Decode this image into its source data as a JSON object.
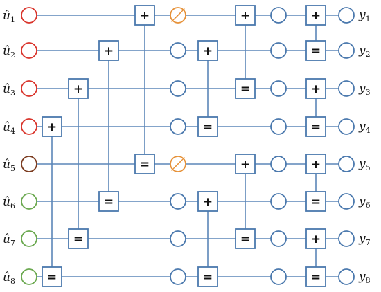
{
  "colors": {
    "wire": "#5b86b8",
    "box": "#4a78ad",
    "node_blue": "#4a78ad",
    "input_red": "#d9342b",
    "input_brown": "#7a3a1e",
    "input_green": "#6aa84f",
    "frozen_orange": "#e69138"
  },
  "inputs": [
    {
      "base": "û",
      "sub": "1",
      "color": "input_red"
    },
    {
      "base": "û",
      "sub": "2",
      "color": "input_red"
    },
    {
      "base": "û",
      "sub": "3",
      "color": "input_red"
    },
    {
      "base": "û",
      "sub": "4",
      "color": "input_red"
    },
    {
      "base": "û",
      "sub": "5",
      "color": "input_brown"
    },
    {
      "base": "û",
      "sub": "6",
      "color": "input_green"
    },
    {
      "base": "û",
      "sub": "7",
      "color": "input_green"
    },
    {
      "base": "û",
      "sub": "8",
      "color": "input_green"
    }
  ],
  "outputs": [
    {
      "base": "y",
      "sub": "1"
    },
    {
      "base": "y",
      "sub": "2"
    },
    {
      "base": "y",
      "sub": "3"
    },
    {
      "base": "y",
      "sub": "4"
    },
    {
      "base": "y",
      "sub": "5"
    },
    {
      "base": "y",
      "sub": "6"
    },
    {
      "base": "y",
      "sub": "7"
    },
    {
      "base": "y",
      "sub": "8"
    }
  ],
  "operators": {
    "plus": "+",
    "equal": "="
  },
  "stages": [
    {
      "pairs": [
        [
          4,
          8
        ],
        [
          3,
          7
        ],
        [
          2,
          6
        ],
        [
          1,
          5
        ]
      ]
    },
    {
      "pairs": [
        [
          2,
          4
        ],
        [
          1,
          3
        ],
        [
          6,
          8
        ],
        [
          5,
          7
        ]
      ]
    },
    {
      "pairs": [
        [
          1,
          2
        ],
        [
          3,
          4
        ],
        [
          5,
          6
        ],
        [
          7,
          8
        ]
      ]
    }
  ],
  "frozen_nodes": [
    1,
    5
  ]
}
